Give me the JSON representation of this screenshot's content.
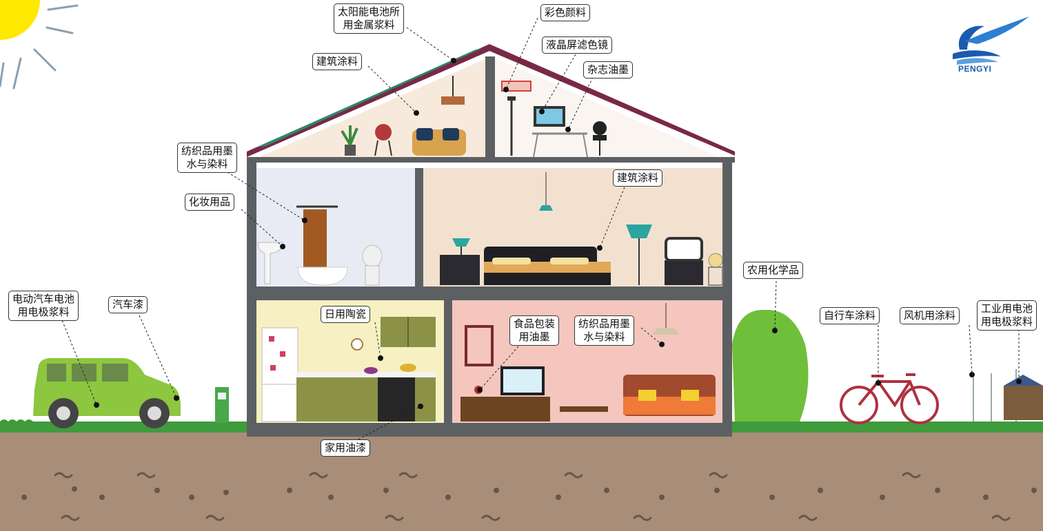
{
  "brand": {
    "name": "PENGYI"
  },
  "labels": {
    "solar_paste": [
      "太阳能电池所",
      "用金属浆料"
    ],
    "color_pigment": "彩色颜料",
    "lcd_filter": "液晶屏滤色镜",
    "magazine_ink": "杂志油墨",
    "arch_coating_attic": "建筑涂料",
    "textile_ink_bath": [
      "纺织品用墨",
      "水与染料"
    ],
    "cosmetics": "化妆用品",
    "arch_coating_bedroom": "建筑涂料",
    "daily_ceramics": "日用陶瓷",
    "food_pack_ink": [
      "食品包装",
      "用油墨"
    ],
    "textile_ink_living": [
      "纺织品用墨",
      "水与染料"
    ],
    "household_paint": "家用油漆",
    "ev_battery_paste": [
      "电动汽车电池",
      "用电极浆料"
    ],
    "car_paint": "汽车漆",
    "agro_chemicals": "农用化学品",
    "bicycle_coating": "自行车涂料",
    "wind_turbine_coating": "风机用涂料",
    "industrial_battery_paste": [
      "工业用电池",
      "用电极浆料"
    ]
  },
  "colors": {
    "roof": "#7a2848",
    "solar_panel": "#2a8a6a",
    "wall": "#5d6062",
    "ground": "#a88e78",
    "grass": "#3f9b3c",
    "car": "#8dc63f",
    "bush": "#6fbf3a",
    "attic_left": "#f7eadc",
    "attic_right": "#faf5f0",
    "bath": "#e8ebf4",
    "bedroom": "#f3e1cf",
    "kitchen": "#f7f0c2",
    "living": "#f4c6bd",
    "logo_blue": "#1a5bb0"
  }
}
